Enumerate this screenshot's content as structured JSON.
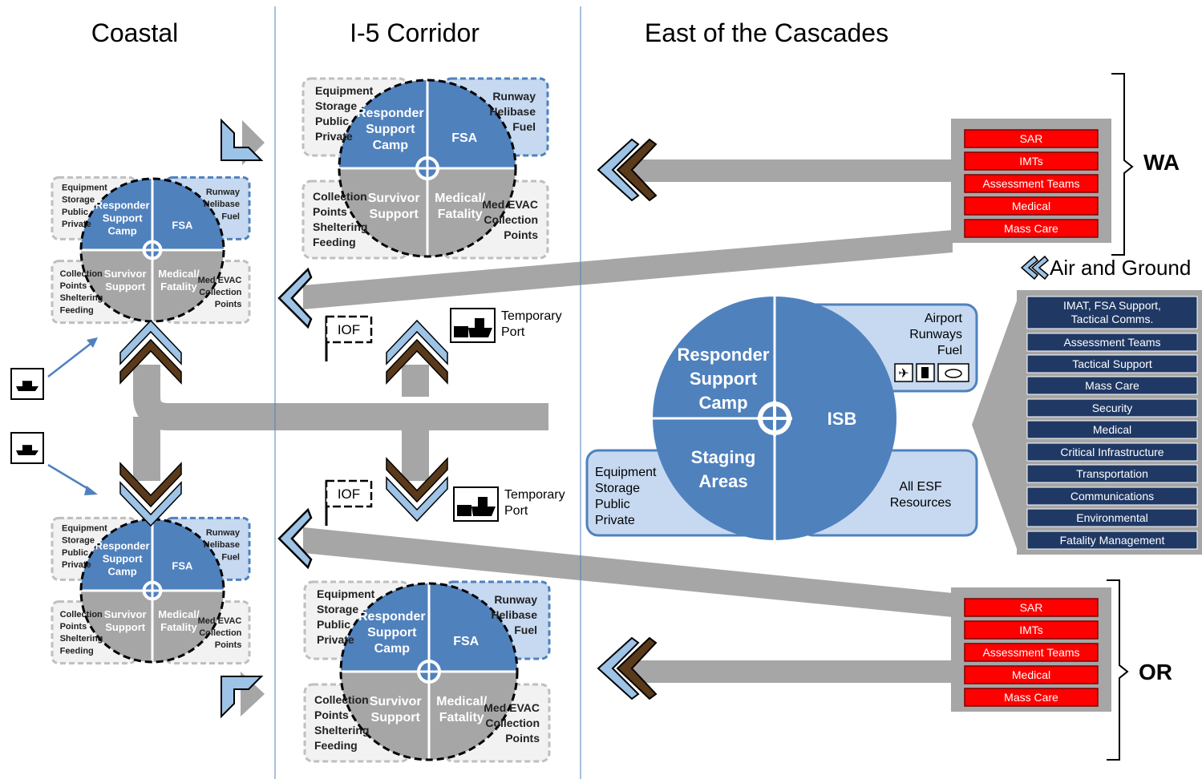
{
  "regions": {
    "coastal": "Coastal",
    "i5": "I-5 Corridor",
    "east": "East of the Cascades"
  },
  "camp_labels": {
    "equipment": [
      "Equipment",
      "Storage",
      "Public",
      "Private"
    ],
    "runway": [
      "Runway",
      "Helibase",
      "Fuel"
    ],
    "collection": [
      "Collection",
      "Points",
      "Sheltering",
      "Feeding"
    ],
    "medevac": [
      "Med EVAC",
      "Collection",
      "Points"
    ],
    "rsc": [
      "Responder",
      "Support",
      "Camp"
    ],
    "fsa": "FSA",
    "survivor": [
      "Survivor",
      "Support"
    ],
    "medical": [
      "Medical/",
      "Fatality"
    ]
  },
  "isb": {
    "rsc": [
      "Responder",
      "Support",
      "Camp"
    ],
    "isb": "ISB",
    "staging": [
      "Staging",
      "Areas"
    ],
    "airport": [
      "Airport",
      "Runways",
      "Fuel"
    ],
    "equipment": [
      "Equipment",
      "Storage",
      "Public",
      "Private"
    ],
    "esf": [
      "All ESF",
      "Resources"
    ]
  },
  "iof": "IOF",
  "temporary_port": [
    "Temporary",
    "Port"
  ],
  "wa": {
    "label": "WA",
    "items": [
      "SAR",
      "IMTs",
      "Assessment Teams",
      "Medical",
      "Mass Care"
    ]
  },
  "or": {
    "label": "OR",
    "items": [
      "SAR",
      "IMTs",
      "Assessment Teams",
      "Medical",
      "Mass Care"
    ]
  },
  "air_ground": {
    "label": "Air and Ground",
    "items": [
      "IMAT, FSA Support, Tactical Comms.",
      "Assessment Teams",
      "Tactical Support",
      "Mass Care",
      "Security",
      "Medical",
      "Critical Infrastructure",
      "Transportation",
      "Communications",
      "Environmental",
      "Fatality Management"
    ]
  },
  "icons": [
    "ship-icon",
    "airplane-icon",
    "fuel-pump-icon",
    "helicopter-icon",
    "iof-flag-icon",
    "double-chevron-icon",
    "corner-arrow-icon"
  ],
  "colors": {
    "blue": "#4f81bd",
    "light_blue": "#c6d9f1",
    "gray": "#a6a6a6",
    "road_gray": "#a6a6a6",
    "red": "#ff0000",
    "navy": "#1f3864",
    "brown": "#5a3a1a",
    "arrow_blue": "#9dc3e6"
  }
}
